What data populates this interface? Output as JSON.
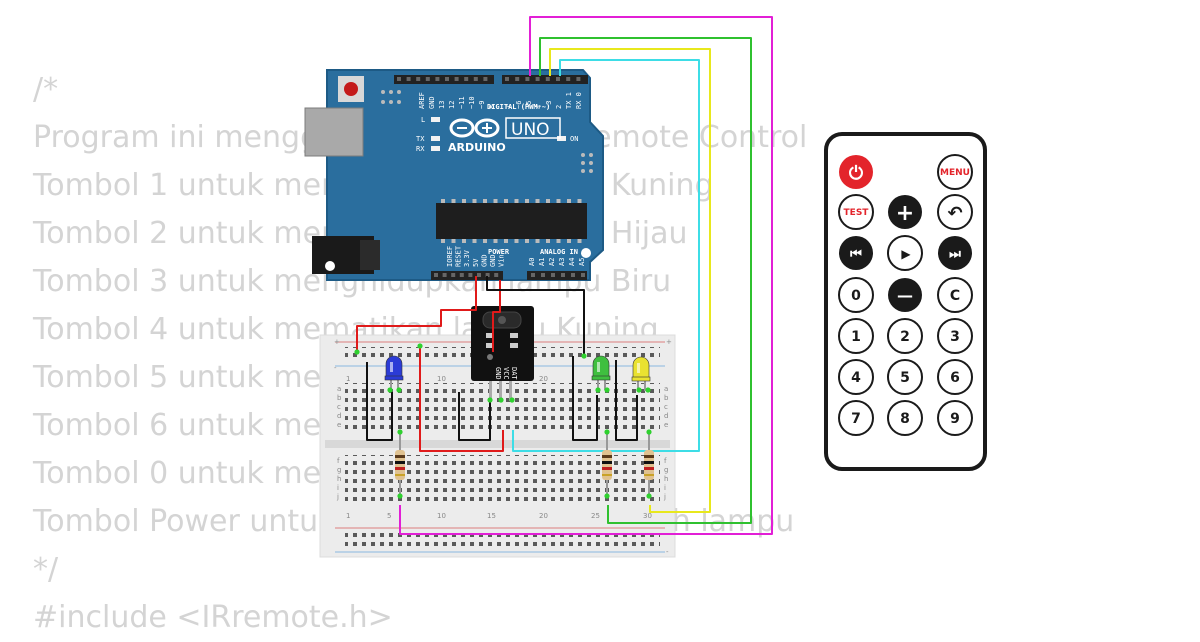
{
  "code_lines": [
    "/*",
    "Program ini menggunakan LED dan Remote Control",
    "Tombol 1 untuk menghidupkan lampu Kuning",
    "Tombol 2 untuk menghidupkan lampu Hijau",
    "Tombol 3 untuk menghidupkan lampu Biru",
    "Tombol 4 untuk mematikan lampu Kuning",
    "Tombol 5 untuk mematikan lampu Hijau",
    "Tombol 6 untuk mematikan lampu Biru",
    "Tombol 0 untuk mematikan seluruh lampu",
    "Tombol Power untuk menghidupkan seluruh lampu",
    "*/",
    "#include <IRremote.h>"
  ],
  "arduino": {
    "brand": "ARDUINO",
    "model": "UNO",
    "header_digital": "DIGITAL (PWM ~)",
    "header_power": "POWER",
    "header_analog": "ANALOG IN",
    "led_l": "L",
    "led_tx": "TX",
    "led_rx": "RX",
    "led_on": "ON",
    "digital_pins": [
      "AREF",
      "GND",
      "13",
      "12",
      "~11",
      "~10",
      "~9",
      "8",
      "7",
      "~6",
      "~5",
      "4",
      "~3",
      "2",
      "TX 1",
      "RX 0"
    ],
    "power_pins": [
      "IOREF",
      "RESET",
      "3.3V",
      "5V",
      "GND",
      "GND",
      "Vin"
    ],
    "analog_pins": [
      "A0",
      "A1",
      "A2",
      "A3",
      "A4",
      "A5"
    ]
  },
  "ir_receiver": {
    "pins": [
      "GND",
      "VCC",
      "DAT"
    ]
  },
  "breadboard": {
    "column_numbers": [
      "1",
      "5",
      "10",
      "15",
      "20",
      "25",
      "30"
    ],
    "row_letters_top": [
      "a",
      "b",
      "c",
      "d",
      "e"
    ],
    "row_letters_bottom": [
      "f",
      "g",
      "h",
      "i",
      "j"
    ]
  },
  "leds": [
    {
      "name": "Biru",
      "color": "#2b3bd6"
    },
    {
      "name": "Hijau",
      "color": "#3fbf3f"
    },
    {
      "name": "Kuning",
      "color": "#e9e231"
    }
  ],
  "wire_colors": {
    "magenta": "#e21fd6",
    "green": "#2fc12f",
    "yellow": "#e8e81c",
    "cyan": "#3ddde6",
    "red": "#e01a1a",
    "black": "#111111"
  },
  "remote": {
    "power_symbol": "⏻",
    "menu_label": "MENU",
    "test_label": "TEST",
    "plus_symbol": "+",
    "back_symbol": "↶",
    "prev_symbol": "⏮",
    "play_symbol": "▶",
    "next_symbol": "⏭",
    "zero": "0",
    "minus_symbol": "—",
    "clear_label": "C",
    "digits": [
      "1",
      "2",
      "3",
      "4",
      "5",
      "6",
      "7",
      "8",
      "9"
    ]
  }
}
